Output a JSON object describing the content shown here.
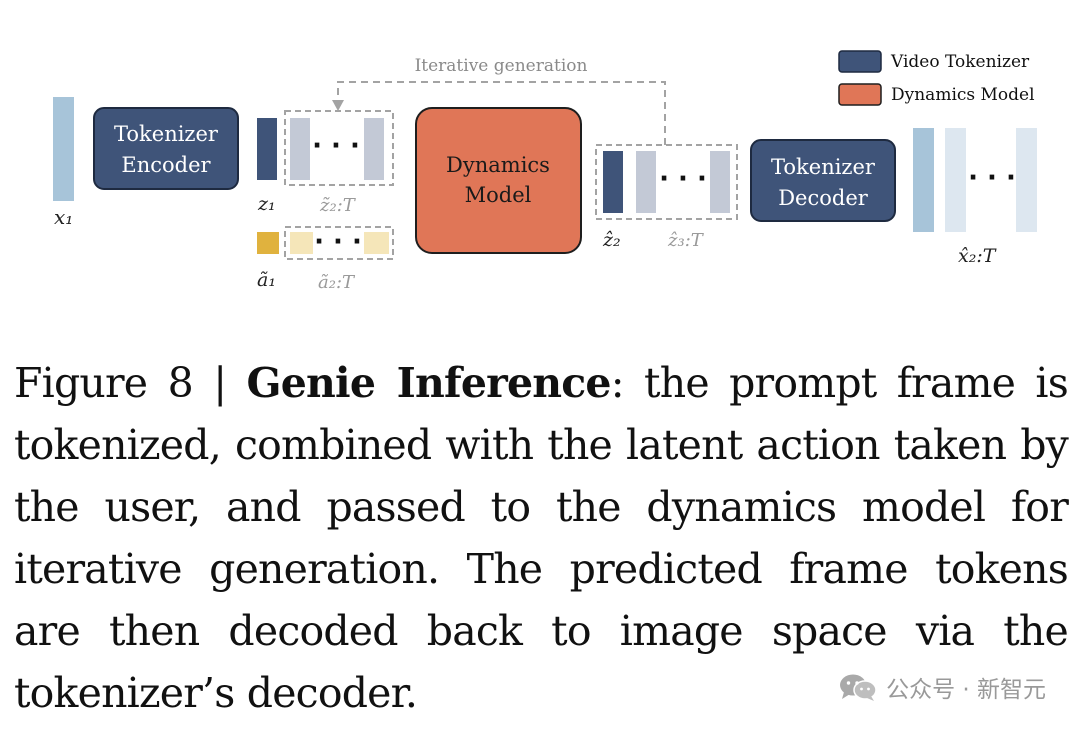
{
  "legend": {
    "video_tokenizer": "Video Tokenizer",
    "dynamics_model": "Dynamics Model"
  },
  "colors": {
    "tokenizer": "#3f5479",
    "dynamics": "#e07657",
    "frame_blue": "#a7c4d9",
    "frame_light": "#dde7f0",
    "token_dark": "#3f5479",
    "token_grey": "#c3c9d6",
    "action_dark": "#e0b23e",
    "action_light": "#f5e6b9"
  },
  "diagram": {
    "iterative_label": "Iterative generation",
    "encoder_line1": "Tokenizer",
    "encoder_line2": "Encoder",
    "dynamics_line1": "Dynamics",
    "dynamics_line2": "Model",
    "decoder_line1": "Tokenizer",
    "decoder_line2": "Decoder",
    "dots": "· · ·",
    "labels": {
      "x1": "x₁",
      "z1": "z₁",
      "z2T": "z̃₂:T",
      "a1": "ã₁",
      "a2T": "ã₂:T",
      "zhat2": "ẑ₂",
      "zhat3T": "ẑ₃:T",
      "xhat2T": "x̂₂:T"
    }
  },
  "caption": {
    "figure": "Figure 8 | ",
    "title": "Genie Inference",
    "text": ": the prompt frame is tokenized, combined with the latent action taken by the user, and passed to the dynamics model for iterative generation. The predicted frame tokens are then decoded back to image space via the tokenizer’s decoder."
  },
  "watermark": {
    "text": "公众号 · 新智元",
    "icon": "wechat-logo-icon"
  }
}
